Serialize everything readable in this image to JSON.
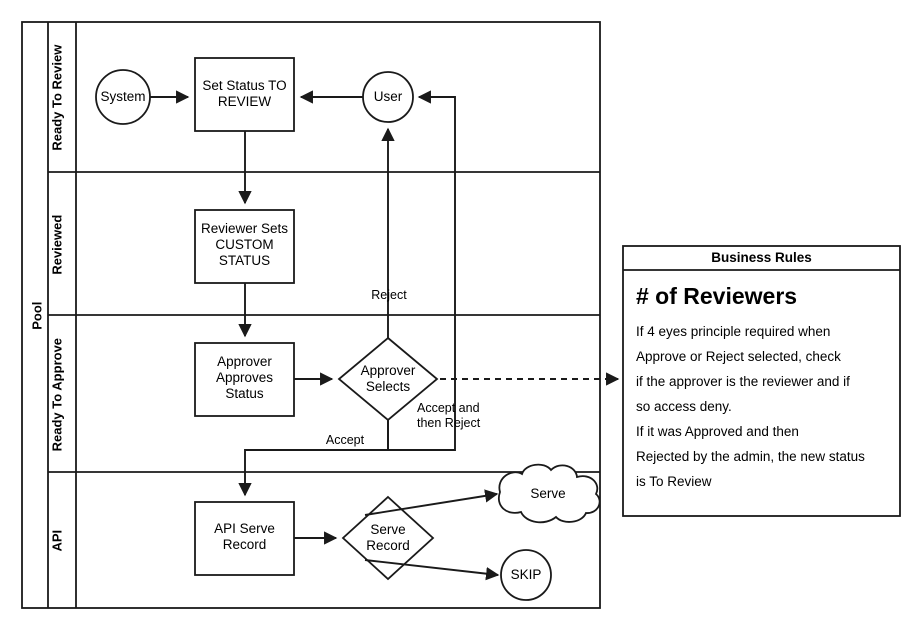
{
  "diagram": {
    "pool": {
      "label": "Pool"
    },
    "lanes": [
      {
        "id": "ready-to-review",
        "label": "Ready To Review"
      },
      {
        "id": "reviewed",
        "label": "Reviewed"
      },
      {
        "id": "ready-to-approve",
        "label": "Ready To Approve"
      },
      {
        "id": "api",
        "label": "API"
      }
    ],
    "nodes": {
      "system": {
        "label": "System",
        "shape": "circle"
      },
      "set_status": {
        "label": "Set Status TO\nREVIEW",
        "shape": "task"
      },
      "user": {
        "label": "User",
        "shape": "circle"
      },
      "reviewer_sets": {
        "label": "Reviewer Sets\nCUSTOM\nSTATUS",
        "shape": "task"
      },
      "approver_task": {
        "label": "Approver\nApproves\nStatus",
        "shape": "task"
      },
      "approver_gw": {
        "label": "Approver\nSelects",
        "shape": "gateway"
      },
      "api_serve": {
        "label": "API Serve\nRecord",
        "shape": "task"
      },
      "serve_gw": {
        "label": "Serve\nRecord",
        "shape": "gateway"
      },
      "serve_cloud": {
        "label": "Serve",
        "shape": "cloud"
      },
      "skip": {
        "label": "SKIP",
        "shape": "circle"
      }
    },
    "edge_labels": {
      "reject": "Reject",
      "accept": "Accept",
      "accept_then_reject": "Accept and\nthen Reject"
    }
  },
  "business_rules": {
    "header": "Business Rules",
    "title": "# of Reviewers",
    "lines": [
      "If 4  eyes principle required when",
      "Approve or Reject selected, check",
      "if the approver is the reviewer and if",
      "so access deny.",
      "If it was Approved and then",
      "Rejected by the admin, the new status",
      "is To Review"
    ]
  },
  "colors": {
    "stroke": "#1a1a1a",
    "background": "#ffffff",
    "text": "#000000"
  }
}
